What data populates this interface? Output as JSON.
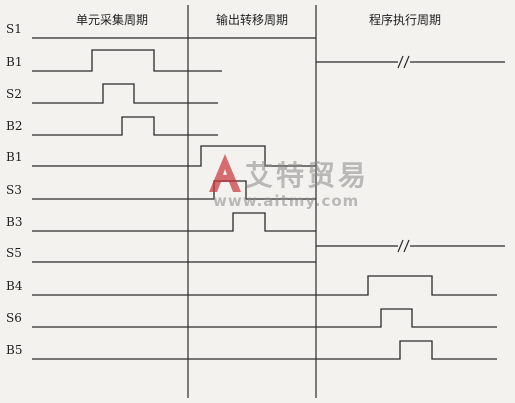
{
  "diagram": {
    "phases": [
      "单元采集周期",
      "输出转移周期",
      "程序执行周期"
    ],
    "signals": [
      {
        "name": "S1",
        "transitions": [],
        "gap_mark": "//"
      },
      {
        "name": "B1",
        "transitions": [],
        "gap_mark": null
      },
      {
        "name": "S2",
        "transitions": [],
        "gap_mark": null
      },
      {
        "name": "B2",
        "transitions": [],
        "gap_mark": null
      },
      {
        "name": "B1",
        "transitions": [],
        "gap_mark": null
      },
      {
        "name": "S3",
        "transitions": [],
        "gap_mark": null
      },
      {
        "name": "B3",
        "transitions": [],
        "gap_mark": null
      },
      {
        "name": "S5",
        "transitions": [],
        "gap_mark": "//"
      },
      {
        "name": "B4",
        "transitions": [],
        "gap_mark": null
      },
      {
        "name": "S6",
        "transitions": [],
        "gap_mark": null
      },
      {
        "name": "B5",
        "transitions": [],
        "gap_mark": null
      }
    ],
    "colors": {
      "line": "#2b2b2b",
      "background": "#f3f2ee",
      "watermark_accent": "#c9333b"
    }
  },
  "watermark": {
    "name": "艾特贸易",
    "url": "www.aitmy.com"
  }
}
